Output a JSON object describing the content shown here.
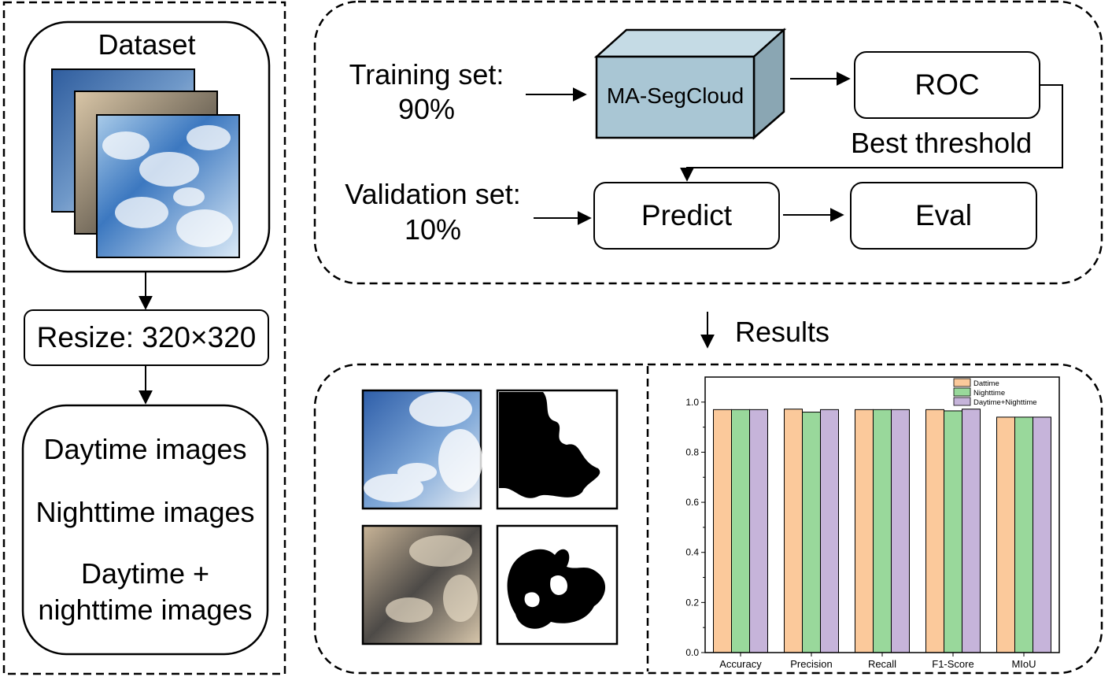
{
  "dataset": {
    "title": "Dataset",
    "resize_label": "Resize: 320×320",
    "subsets": [
      "Daytime images",
      "Nighttime images",
      "Daytime +",
      "nighttime images"
    ]
  },
  "pipeline": {
    "training_label": "Training set:",
    "training_pct": "90%",
    "validation_label": "Validation set:",
    "validation_pct": "10%",
    "model_label": "MA-SegCloud",
    "roc_label": "ROC",
    "threshold_label": "Best threshold",
    "predict_label": "Predict",
    "eval_label": "Eval"
  },
  "results_label": "Results",
  "colors": {
    "model_front": "#a9c6d4",
    "model_top": "#c5dbe5",
    "model_side": "#8aa6b3",
    "series_daytime": "#fbc99b",
    "series_nighttime": "#99d89b",
    "series_both": "#c6b4da"
  },
  "chart_data": {
    "type": "bar",
    "categories": [
      "Accuracy",
      "Precision",
      "Recall",
      "F1-Score",
      "MIoU"
    ],
    "series": [
      {
        "name": "Dattime",
        "values": [
          0.97,
          0.972,
          0.97,
          0.97,
          0.94
        ]
      },
      {
        "name": "Nighttime",
        "values": [
          0.97,
          0.96,
          0.97,
          0.965,
          0.94
        ]
      },
      {
        "name": "Daytime+Nighttime",
        "values": [
          0.97,
          0.97,
          0.97,
          0.972,
          0.94
        ]
      }
    ],
    "ylim": [
      0,
      1.1
    ],
    "yticks": [
      "0.0",
      "0.2",
      "0.4",
      "0.6",
      "0.8",
      "1.0"
    ],
    "ytick_values": [
      0,
      0.2,
      0.4,
      0.6,
      0.8,
      1.0
    ],
    "legend": "top-right",
    "grid": false
  }
}
